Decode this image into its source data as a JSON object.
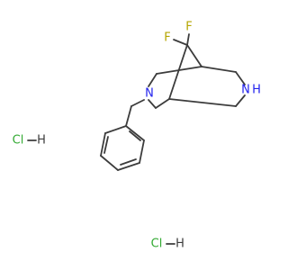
{
  "molecule": {
    "atoms": {
      "fluorine_1": "F",
      "fluorine_2": "F",
      "nitrogen_benzyl": "N",
      "nitrogen_amine": "N",
      "amine_hydrogen": "H"
    },
    "salts": [
      {
        "chlorine": "Cl",
        "hydrogen": "H"
      },
      {
        "chlorine": "Cl",
        "hydrogen": "H"
      }
    ]
  },
  "colors": {
    "fluorine": "#b5a500",
    "nitrogen": "#2222ee",
    "chlorine": "#33aa33",
    "hydrogen": "#3c3c3c",
    "bond": "#3c3c3c"
  }
}
